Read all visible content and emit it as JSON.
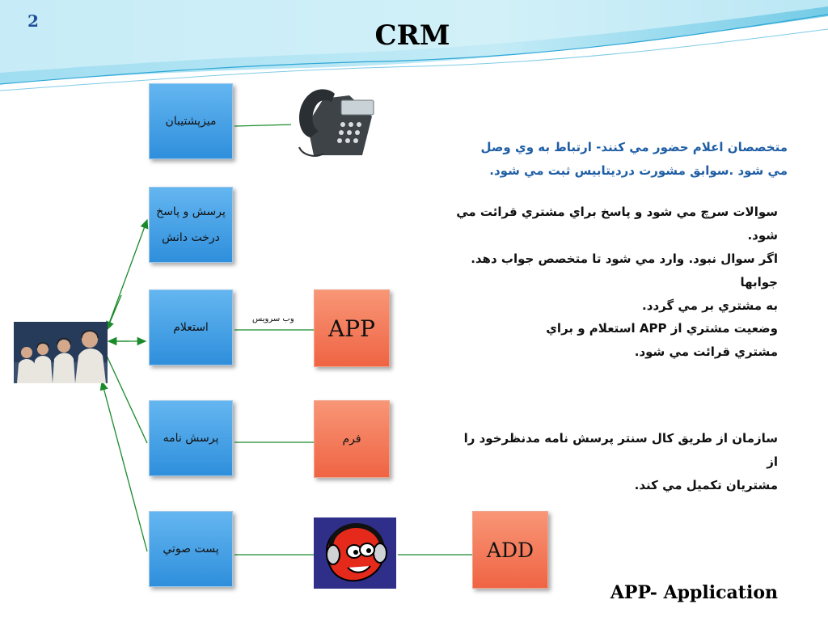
{
  "slide": {
    "number": "2",
    "title": "CRM",
    "footer": "APP- Application"
  },
  "boxes": {
    "support_desk": "ميزپشتيبان",
    "qa_line1": "پرسش و پاسخ",
    "qa_line2": "درخت دانش",
    "inquiry": "استعلام",
    "questionnaire": "پرسش نامه",
    "voicemail": "پست صوتي",
    "app": "APP",
    "form": "فرم",
    "add": "ADD"
  },
  "labels": {
    "web_service": "وب سرويس"
  },
  "descriptions": {
    "support": [
      "متخصصان اعلام حضور مي كنند- ارتباط به وي وصل",
      "مي شود .سوابق مشورت درديتابيس ثبت مي شود."
    ],
    "qa": [
      "سوالات سرچ مي شود و پاسخ براي مشتري قرائت مي شود.",
      "اگر سوال نبود. وارد مي شود تا متخصص جواب دهد. جوابها",
      "به مشتري بر مي گردد."
    ],
    "inquiry": [
      "وضعيت مشتري از APP استعلام و براي",
      "مشتري قرائت مي شود."
    ],
    "questionnaire": [
      "سازمان از طريق كال سنتر پرسش نامه مدنظرخود را از",
      "مشتريان تكميل مي كند."
    ]
  }
}
